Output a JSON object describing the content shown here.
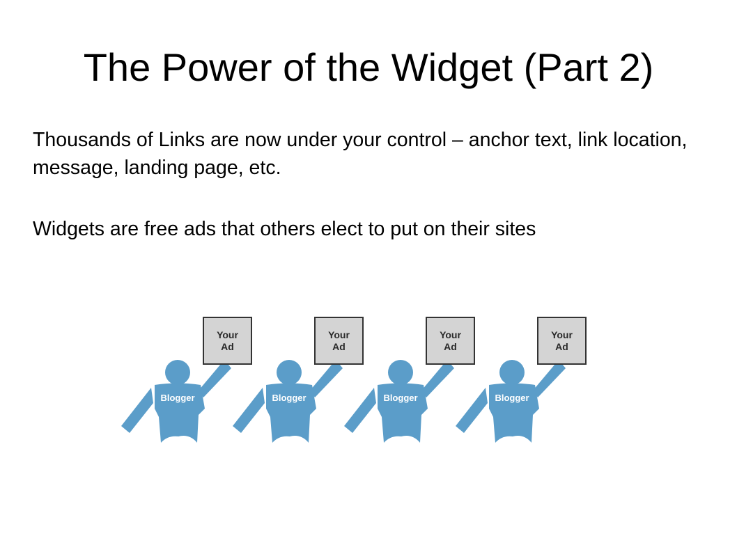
{
  "title": "The Power of the Widget (Part 2)",
  "bullets": [
    "Thousands of Links are now under your control – anchor text, link location, message, landing page, etc.",
    "Widgets are free ads that others elect to put on their sites"
  ],
  "illustration": {
    "figure_color": "#5b9dc9",
    "ad_box_color": "#d4d4d4",
    "figures": [
      {
        "label": "Blogger",
        "ad_text": "Your\nAd"
      },
      {
        "label": "Blogger",
        "ad_text": "Your\nAd"
      },
      {
        "label": "Blogger",
        "ad_text": "Your\nAd"
      },
      {
        "label": "Blogger",
        "ad_text": "Your\nAd"
      }
    ]
  }
}
